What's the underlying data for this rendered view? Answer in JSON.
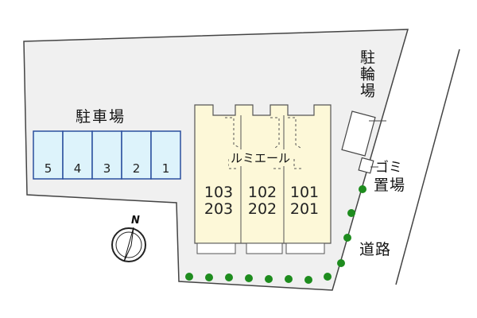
{
  "parking": {
    "title": "駐車場",
    "spaces": [
      "5",
      "4",
      "3",
      "2",
      "1"
    ],
    "fill": "#ddf3fb",
    "stroke": "#2a4f9e"
  },
  "building": {
    "name": "ルミエール",
    "fill": "#fdf8d8",
    "units": [
      {
        "lower": "103",
        "upper": "203"
      },
      {
        "lower": "102",
        "upper": "202"
      },
      {
        "lower": "101",
        "upper": "201"
      }
    ]
  },
  "bicycle_parking": {
    "label": "駐輪場"
  },
  "garbage": {
    "label_katakana": "ゴミ",
    "label_kanji": "置場"
  },
  "road": {
    "label": "道路"
  },
  "compass": {
    "label": "N"
  },
  "colors": {
    "lot_fill": "#f0f0f0",
    "outline": "#444444",
    "trees": "#1e8c1e"
  }
}
